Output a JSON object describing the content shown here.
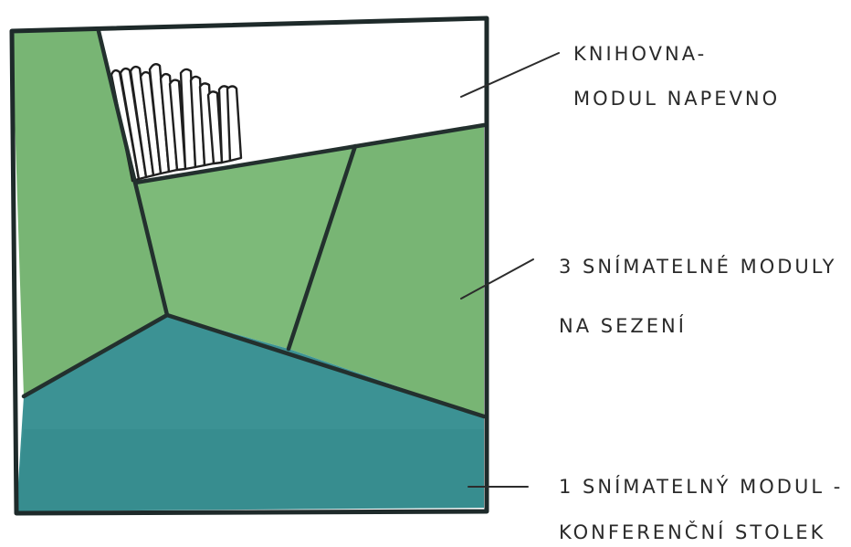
{
  "diagram": {
    "colors": {
      "seat_module": "#78b574",
      "table_module": "#3c9294",
      "bookshelf_module": "#ffffff",
      "ink": "#1e2a2a"
    },
    "labels": {
      "bookshelf_line1": "KNIHOVNA-",
      "bookshelf_line2": "MODUL NAPEVNO",
      "seat_line1": "3 SNÍMATELNÉ MODULY",
      "seat_line2": "NA SEZENÍ",
      "table_line1": "1 SNÍMATELNÝ MODUL -",
      "table_line2": "KONFERENČNÍ STOLEK"
    }
  }
}
